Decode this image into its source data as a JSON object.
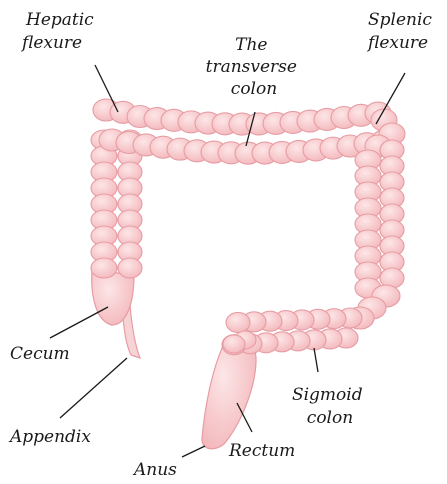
{
  "diagram": {
    "colors": {
      "tissue_fill": "#f7c6c8",
      "tissue_highlight": "#fbe0e1",
      "tissue_outline": "#e79ca3",
      "leader_line": "#1a1a1a",
      "label_text": "#1a1a1a",
      "background": "#ffffff"
    },
    "labels": {
      "hepatic_flexure": [
        "Hepatic",
        "flexure"
      ],
      "transverse_colon": [
        "The",
        "transverse",
        "colon"
      ],
      "splenic_flexure": [
        "Splenic",
        "flexure"
      ],
      "cecum": "Cecum",
      "appendix": "Appendix",
      "sigmoid_colon": [
        "Sigmoid",
        "colon"
      ],
      "rectum": "Rectum",
      "anus": "Anus"
    }
  }
}
